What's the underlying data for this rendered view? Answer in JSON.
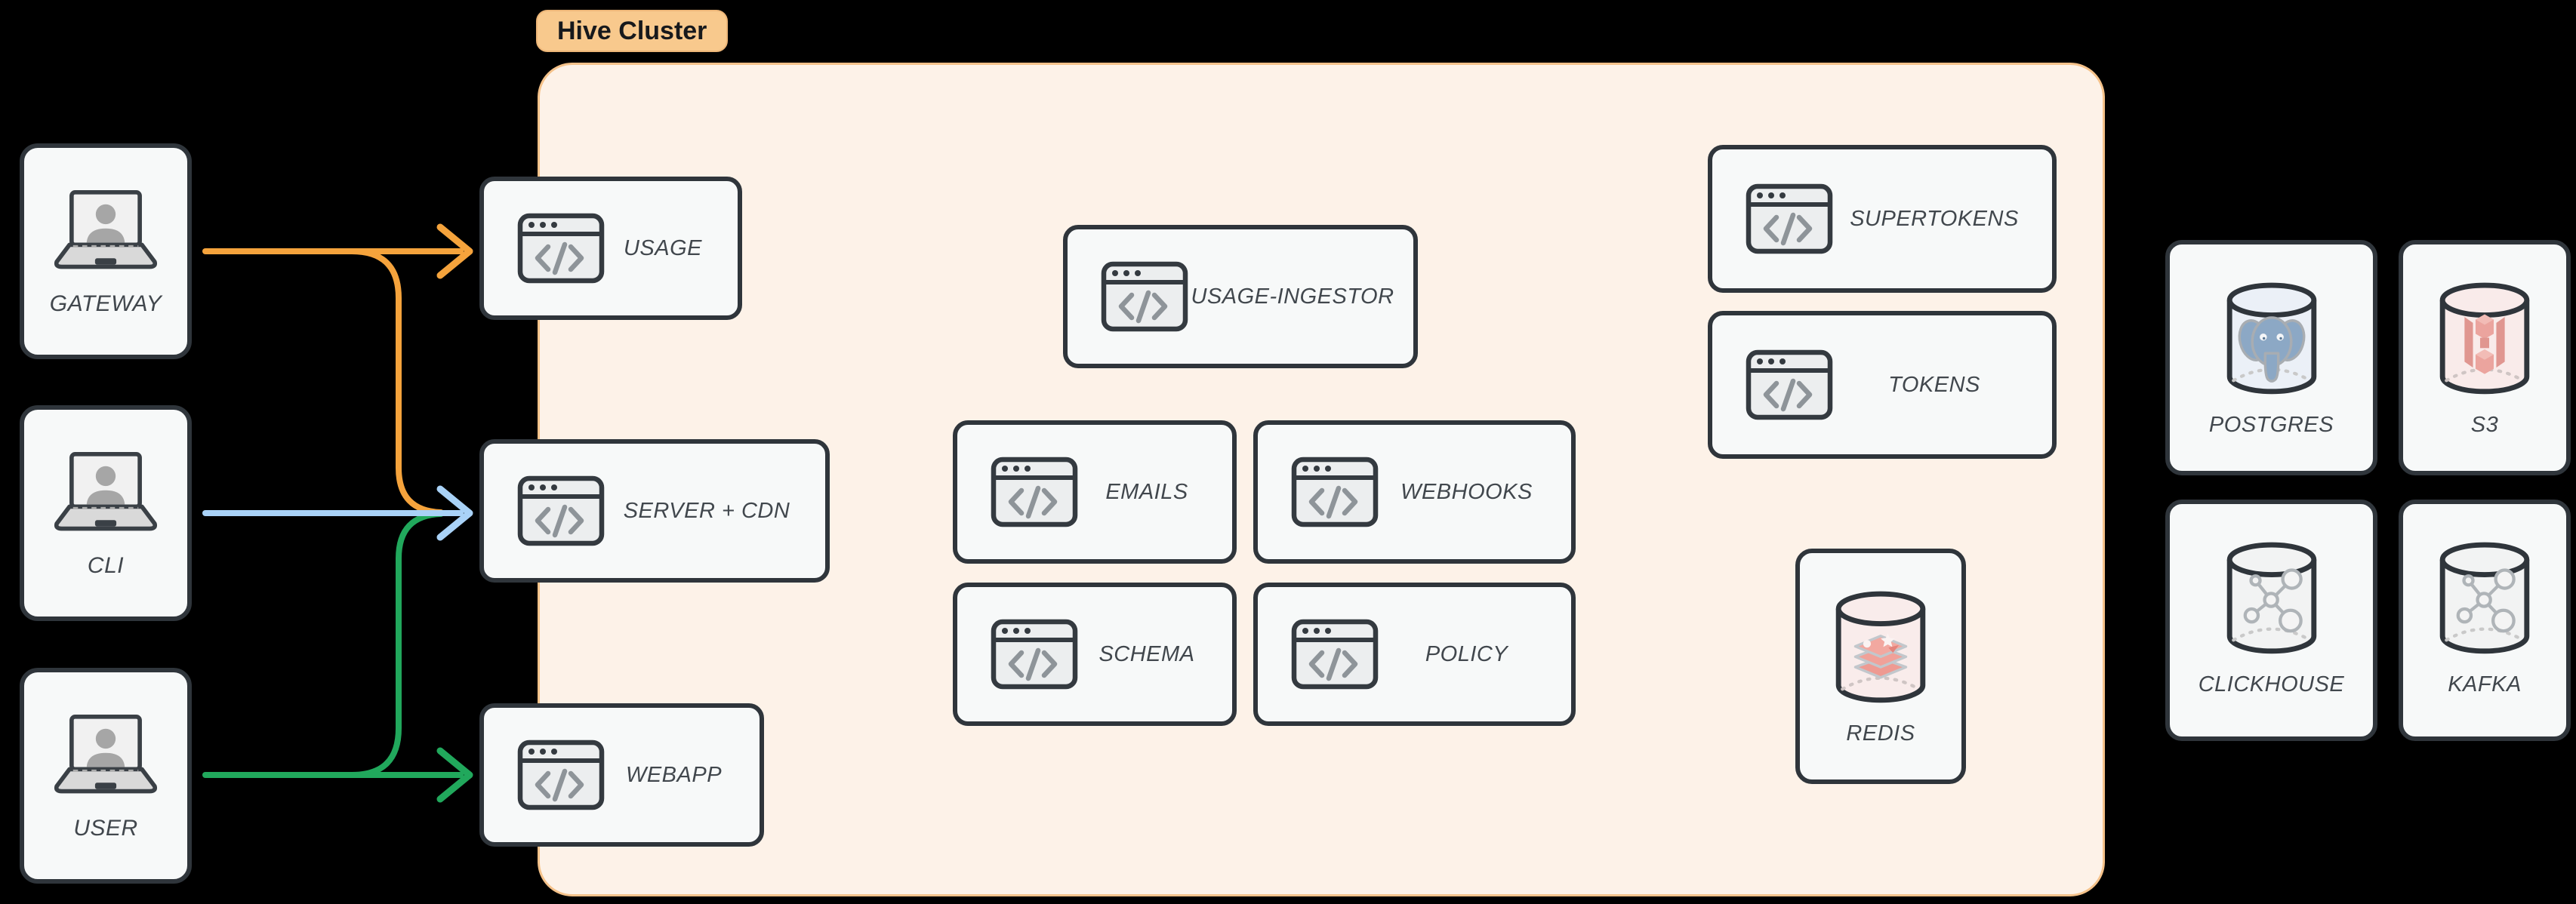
{
  "cluster": {
    "label": "Hive Cluster"
  },
  "clients": [
    {
      "label": "GATEWAY"
    },
    {
      "label": "CLI"
    },
    {
      "label": "USER"
    }
  ],
  "services": [
    {
      "label": "USAGE"
    },
    {
      "label": "SERVER + CDN"
    },
    {
      "label": "WEBAPP"
    },
    {
      "label": "USAGE-INGESTOR"
    },
    {
      "label": "EMAILS"
    },
    {
      "label": "WEBHOOKS"
    },
    {
      "label": "SCHEMA"
    },
    {
      "label": "POLICY"
    },
    {
      "label": "SUPERTOKENS"
    },
    {
      "label": "TOKENS"
    }
  ],
  "datastores": [
    {
      "label": "REDIS"
    },
    {
      "label": "POSTGRES"
    },
    {
      "label": "S3"
    },
    {
      "label": "CLICKHOUSE"
    },
    {
      "label": "KAFKA"
    }
  ],
  "connections": [
    {
      "from": "GATEWAY",
      "to": "USAGE",
      "color": "#F5A33C"
    },
    {
      "from": "GATEWAY",
      "to": "SERVER + CDN",
      "color": "#F5A33C"
    },
    {
      "from": "CLI",
      "to": "SERVER + CDN",
      "color": "#A9D2F7"
    },
    {
      "from": "USER",
      "to": "WEBAPP",
      "color": "#21A85C"
    },
    {
      "from": "USER",
      "to": "SERVER + CDN",
      "color": "#21A85C"
    }
  ],
  "palette": {
    "background": "#000000",
    "cluster_fill": "#FDF2E8",
    "cluster_border": "#F5C28A",
    "badge_fill": "#F8C98D",
    "node_fill": "#F7F9F9",
    "node_border": "#2F353B",
    "label_text": "#41474D"
  }
}
